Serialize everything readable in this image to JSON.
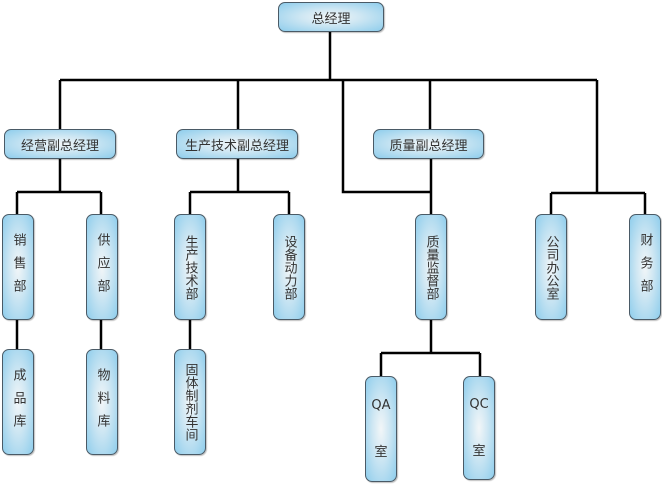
{
  "org_chart": {
    "root": {
      "label": "总经理"
    },
    "vice": [
      {
        "label": "经营副总经理"
      },
      {
        "label": "生产技术副总经理"
      },
      {
        "label": "质量副总经理"
      }
    ],
    "departments": [
      {
        "label": "销售部"
      },
      {
        "label": "供应部"
      },
      {
        "label": "生产技术部"
      },
      {
        "label": "设备动力部"
      },
      {
        "label": "质量监督部"
      },
      {
        "label": "公司办公室"
      },
      {
        "label": "财务部"
      }
    ],
    "sub_units": [
      {
        "label": "成品库"
      },
      {
        "label": "物料库"
      },
      {
        "label": "固体制剂车间"
      },
      {
        "label_top": "QA",
        "label_bottom": "室"
      },
      {
        "label_top": "QC",
        "label_bottom": "室"
      }
    ]
  }
}
